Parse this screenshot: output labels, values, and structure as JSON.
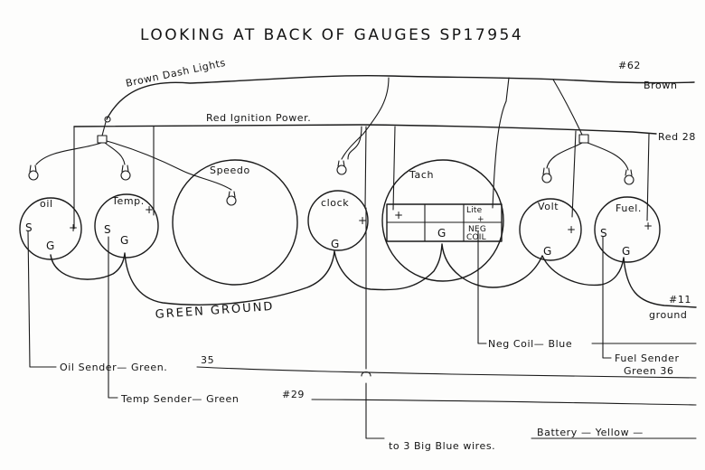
{
  "title": "LOOKING AT BACK OF GAUGES SP17954",
  "wires": {
    "brown_dash_lights": "Brown Dash Lights",
    "wire_62": "#62",
    "brown": "Brown",
    "red_ignition": "Red Ignition Power.",
    "red_28": "Red 28",
    "green_ground": "GREEN GROUND",
    "wire_11": "#11",
    "ground": "ground",
    "neg_coil_blue": "Neg Coil— Blue",
    "fuel_sender": "Fuel Sender",
    "green_36": "Green 36",
    "oil_sender": "Oil Sender— Green.",
    "num_35": "35",
    "temp_sender": "Temp Sender— Green",
    "num_29": "#29",
    "battery_yellow": "Battery — Yellow —",
    "to_blue_wires": "to 3 Big Blue wires."
  },
  "gauges": {
    "oil": {
      "name": "oil",
      "s": "S",
      "g": "G",
      "plus": "+"
    },
    "temp": {
      "name": "Temp.",
      "s": "S",
      "g": "G",
      "plus": "+"
    },
    "speedo": {
      "name": "Speedo"
    },
    "clock": {
      "name": "clock",
      "g": "G",
      "plus": "+"
    },
    "tach": {
      "name": "Tach",
      "plus": "+",
      "g": "G",
      "lite": "Lite",
      "lite_plus": "+",
      "neg": "NEG",
      "coil": "COIL"
    },
    "volt": {
      "name": "Volt",
      "g": "G",
      "plus": "+"
    },
    "fuel": {
      "name": "Fuel.",
      "s": "S",
      "g": "G",
      "plus": "+"
    }
  },
  "colors": {
    "ink": "#1a1a1a",
    "paper": "#fdfdfc"
  }
}
